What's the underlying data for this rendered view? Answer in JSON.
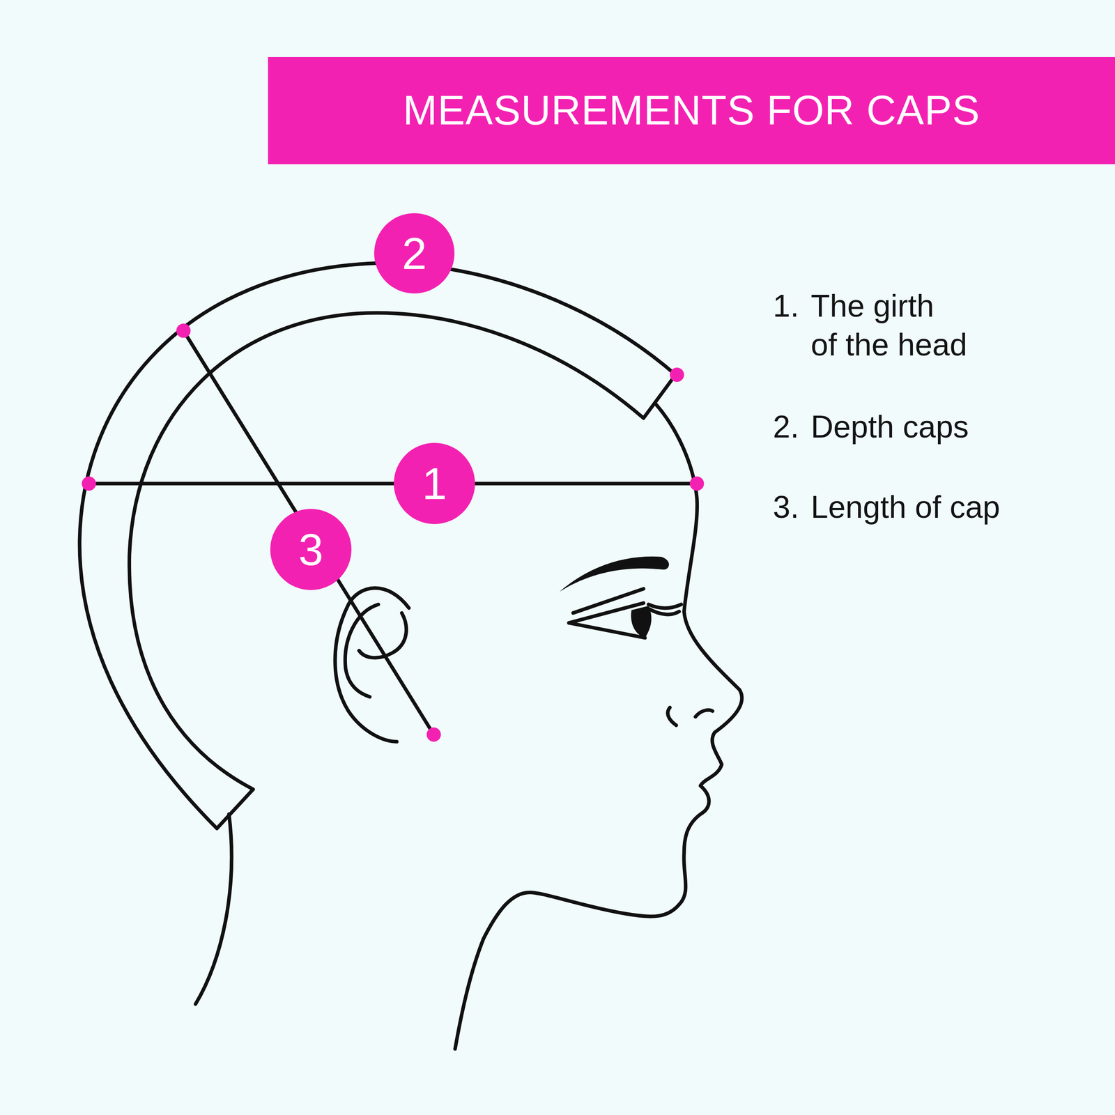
{
  "diagram": {
    "title": "MEASUREMENTS FOR CAPS",
    "nodes": [
      {
        "text": [
          "2"
        ]
      },
      {
        "text": [
          "1"
        ]
      },
      {
        "text": [
          "3"
        ]
      }
    ],
    "labels": [
      "1.",
      "The girth of the head",
      "2.",
      "Depth caps",
      "3.",
      "Length of cap"
    ]
  }
}
